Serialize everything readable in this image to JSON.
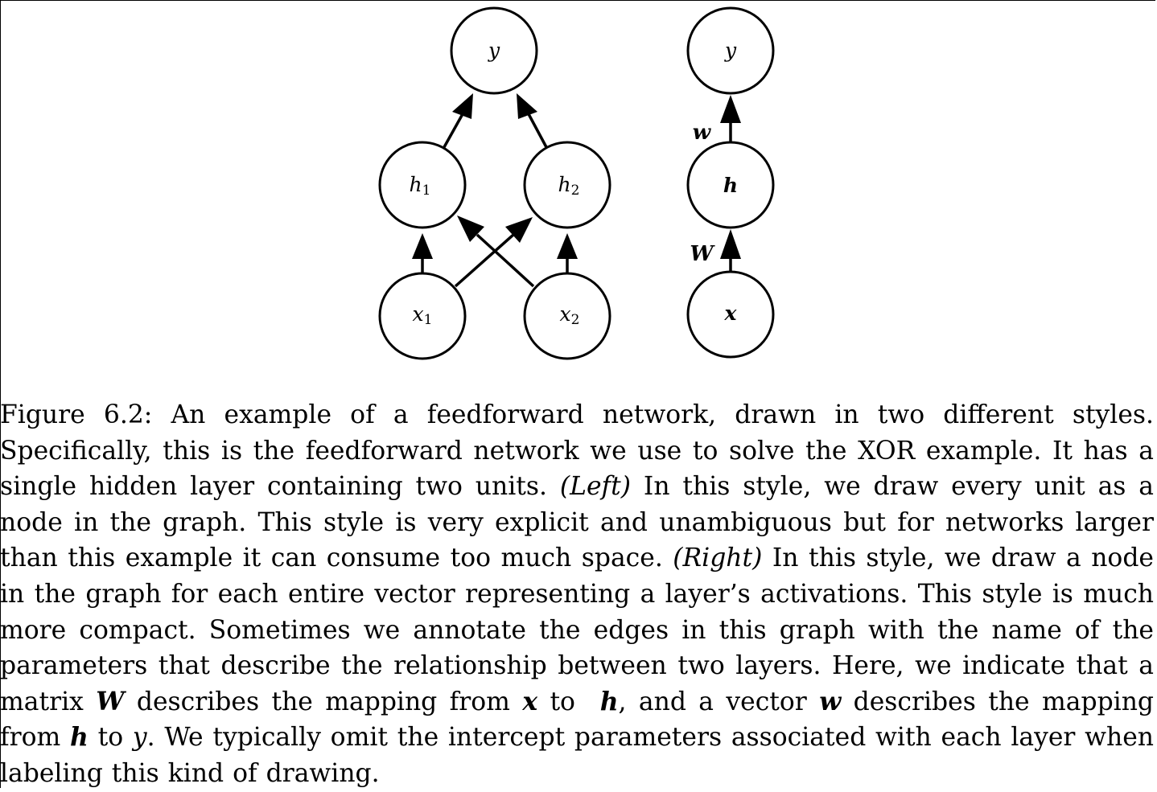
{
  "left_graph": {
    "nodes": {
      "y": "y",
      "h1": {
        "base": "h",
        "sub": "1"
      },
      "h2": {
        "base": "h",
        "sub": "2"
      },
      "x1": {
        "base": "x",
        "sub": "1"
      },
      "x2": {
        "base": "x",
        "sub": "2"
      }
    }
  },
  "right_graph": {
    "nodes": {
      "y": "y",
      "h": "h",
      "x": "x"
    },
    "edge_labels": {
      "w": "w",
      "W": "W"
    }
  },
  "caption": {
    "part1": "Figure 6.2: An example of a feedforward network, drawn in two different styles. Specifically, this is the feedforward network we use to solve the XOR example. It has a single hidden layer containing two units.",
    "left_tag": "(Left)",
    "part2": "In this style, we draw every unit as a node in the graph. This style is very explicit and unambiguous but for networks larger than this example it can consume too much space.",
    "right_tag": "(Right)",
    "part3": "In this style, we draw a node in the graph for each entire vector representing a layer’s activations. This style is much more compact. Sometimes we annotate the edges in this graph with the name of the parameters that describe the relationship between two layers. Here, we indicate that a matrix",
    "sym_W": "W",
    "part4": "describes the mapping from",
    "sym_x": "x",
    "part5": "to",
    "sym_h": "h",
    "part6": ", and a vector",
    "sym_w": "w",
    "part7": "describes the mapping from",
    "sym_h2": "h",
    "part8": "to",
    "sym_y": "y",
    "part9": ". We typically omit the intercept parameters associated with each layer when labeling this kind of drawing."
  }
}
